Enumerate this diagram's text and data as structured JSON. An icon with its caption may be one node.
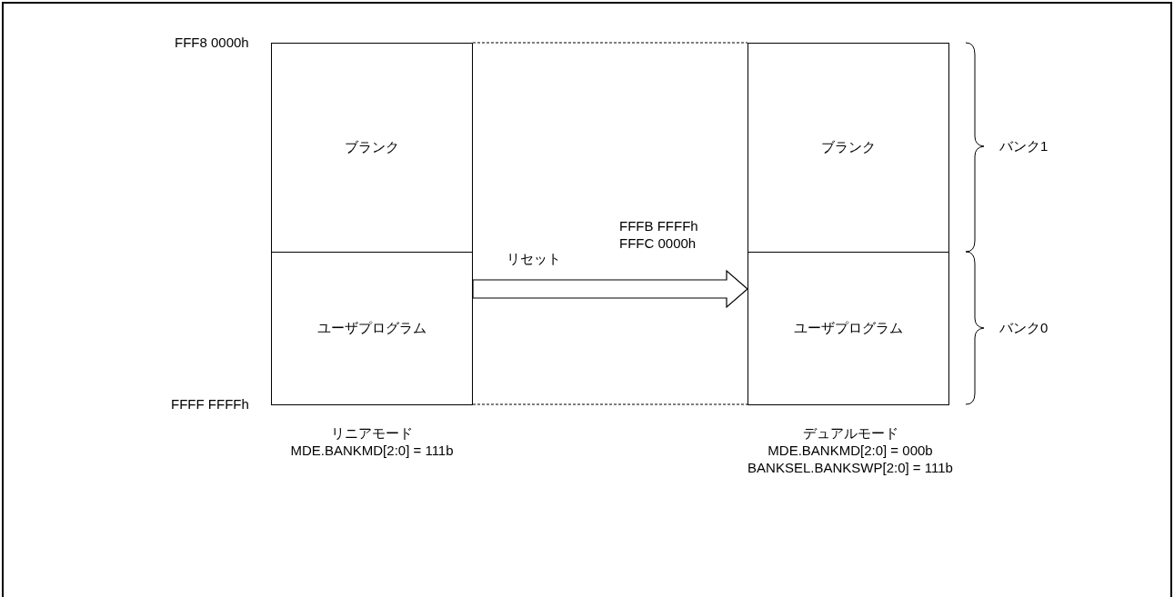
{
  "diagram": {
    "nodes": [
      {
        "text": [
          "リニアモード",
          "MDE.BANKMD[2:0] = 111b"
        ]
      },
      {
        "text": [
          "ブランク"
        ],
        "in": 0
      },
      {
        "text": [
          "ユーザプログラム"
        ],
        "in": 0
      },
      {
        "text": [
          "デュアルモード",
          "MDE.BANKMD[2:0] = 000b",
          "BANKSEL.BANKSWP[2:0] = 111b"
        ]
      },
      {
        "text": [
          "ブランク"
        ],
        "in": 3
      },
      {
        "text": [
          "ユーザプログラム"
        ],
        "in": 3
      }
    ],
    "edges": [
      {
        "from": 0,
        "to": 3,
        "arrow": "to",
        "label": "リセット"
      }
    ],
    "labels": [
      "FFF8 0000h",
      "FFFB FFFFh",
      "FFFC 0000h",
      "FFFF FFFFh",
      "バンク1",
      "バンク0"
    ]
  }
}
